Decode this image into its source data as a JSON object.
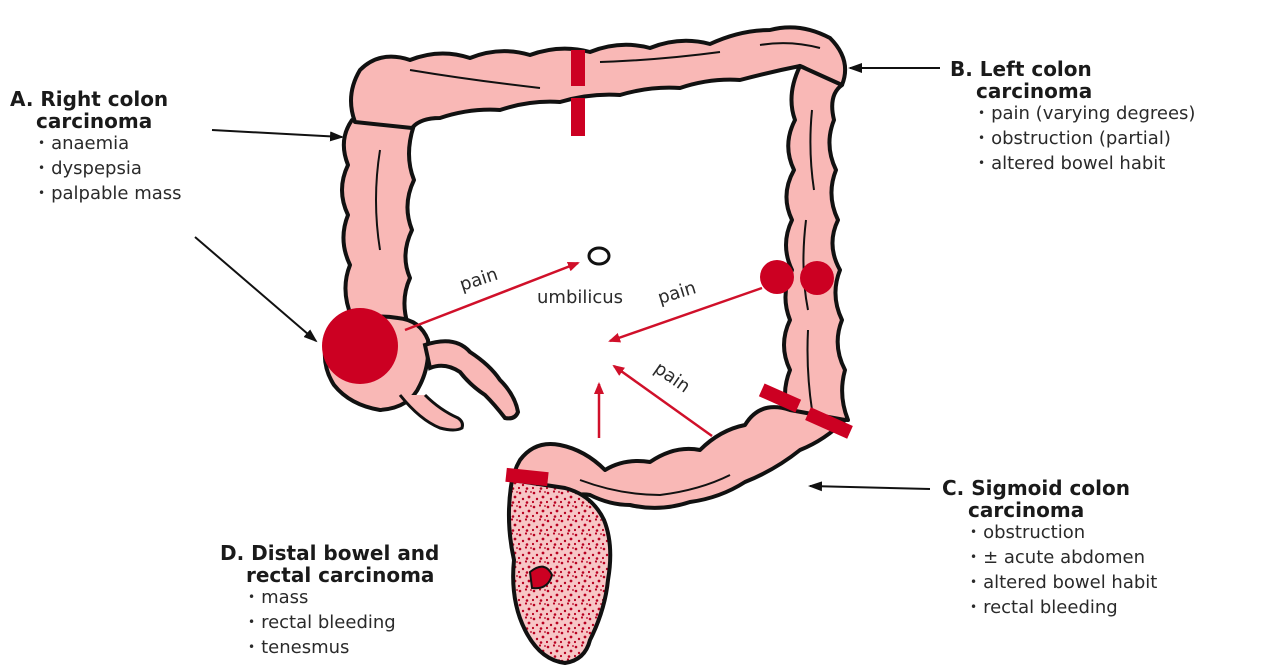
{
  "labels": {
    "a": {
      "title_line1": "A. Right colon",
      "title_line2": "carcinoma",
      "items": [
        "anaemia",
        "dyspepsia",
        "palpable mass"
      ]
    },
    "b": {
      "title_line1": "B. Left colon",
      "title_line2": "carcinoma",
      "items": [
        "pain (varying degrees)",
        "obstruction (partial)",
        "altered bowel habit"
      ]
    },
    "c": {
      "title_line1": "C. Sigmoid colon",
      "title_line2": "carcinoma",
      "items": [
        "obstruction",
        "± acute abdomen",
        "altered bowel habit",
        "rectal bleeding"
      ]
    },
    "d": {
      "title_line1": "D. Distal bowel and",
      "title_line2": "rectal carcinoma",
      "items": [
        "mass",
        "rectal bleeding",
        "tenesmus"
      ]
    }
  },
  "annotations": {
    "umbilicus": "umbilicus",
    "pain_right": "pain",
    "pain_left": "pain",
    "pain_sigmoid": "pain"
  },
  "colors": {
    "colon_fill": "#f9b8b6",
    "colon_outline": "#111111",
    "tumour": "#cc0022",
    "arrow_red": "#d0102a",
    "arrow_black": "#111111",
    "rectum_speckle": "#b80020"
  }
}
